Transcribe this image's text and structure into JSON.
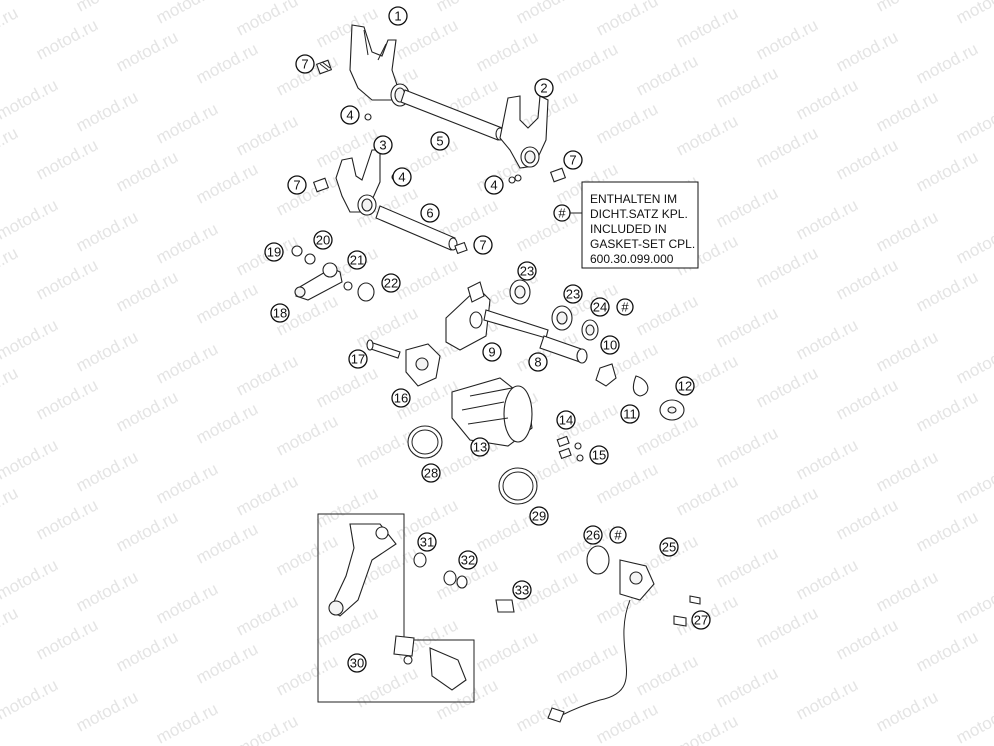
{
  "watermark": "motod.ru",
  "note": {
    "marker": "#",
    "lines": [
      "ENTHALTEN IM",
      "DICHT.SATZ KPL.",
      "INCLUDED IN",
      "GASKET-SET CPL.",
      "600.30.099.000"
    ]
  },
  "callouts": [
    {
      "label": "1"
    },
    {
      "label": "7"
    },
    {
      "label": "2"
    },
    {
      "label": "4"
    },
    {
      "label": "5"
    },
    {
      "label": "3"
    },
    {
      "label": "4"
    },
    {
      "label": "7"
    },
    {
      "label": "7"
    },
    {
      "label": "4"
    },
    {
      "label": "4"
    },
    {
      "label": "6"
    },
    {
      "label": "7"
    },
    {
      "label": "19"
    },
    {
      "label": "20"
    },
    {
      "label": "21"
    },
    {
      "label": "22"
    },
    {
      "label": "18"
    },
    {
      "label": "23"
    },
    {
      "label": "23"
    },
    {
      "label": "24"
    },
    {
      "label": "#"
    },
    {
      "label": "9"
    },
    {
      "label": "17"
    },
    {
      "label": "8"
    },
    {
      "label": "10"
    },
    {
      "label": "16"
    },
    {
      "label": "12"
    },
    {
      "label": "11"
    },
    {
      "label": "14"
    },
    {
      "label": "13"
    },
    {
      "label": "15"
    },
    {
      "label": "28"
    },
    {
      "label": "29"
    },
    {
      "label": "31"
    },
    {
      "label": "26"
    },
    {
      "label": "#"
    },
    {
      "label": "25"
    },
    {
      "label": "32"
    },
    {
      "label": "33"
    },
    {
      "label": "27"
    },
    {
      "label": "30"
    }
  ]
}
